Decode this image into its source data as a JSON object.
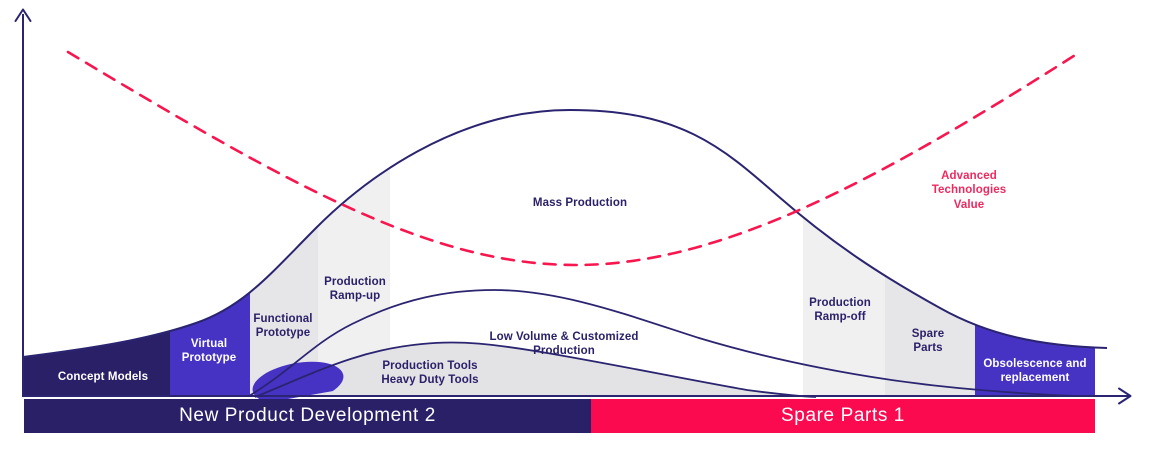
{
  "colors": {
    "navy": "#2A2068",
    "indigo": "#4633C4",
    "band_gray_dark": "#E6E6E8",
    "band_gray_light": "#F0F0F1",
    "hump_gray": "#E3E3E6",
    "line": "#2B2470",
    "pink": "#FB0A50",
    "pink_dash": "#F8164F",
    "pink_text": "#ED2A5F",
    "text_navy": "#2A2168"
  },
  "phases": [
    {
      "id": "concept-models",
      "label": "Concept Models"
    },
    {
      "id": "virtual-prototype",
      "label": "Virtual Prototype"
    },
    {
      "id": "functional-prototype",
      "label": "Functional Prototype"
    },
    {
      "id": "production-ramp-up",
      "label": "Production Ramp-up"
    },
    {
      "id": "mass-production",
      "label": "Mass Production"
    },
    {
      "id": "low-volume-customized",
      "label": "Low Volume & Customized Production"
    },
    {
      "id": "production-tools",
      "label": "Production Tools Heavy Duty Tools"
    },
    {
      "id": "production-ramp-off",
      "label": "Production Ramp-off"
    },
    {
      "id": "spare-parts",
      "label": "Spare Parts"
    },
    {
      "id": "obsolescence",
      "label": "Obsolescence and replacement"
    }
  ],
  "curve_labels": {
    "advanced_technologies": "Advanced Technologies Value"
  },
  "timeline": [
    {
      "id": "new-product-development",
      "label": "New Product Development 2"
    },
    {
      "id": "spare-parts-phase",
      "label": "Spare Parts 1"
    }
  ]
}
